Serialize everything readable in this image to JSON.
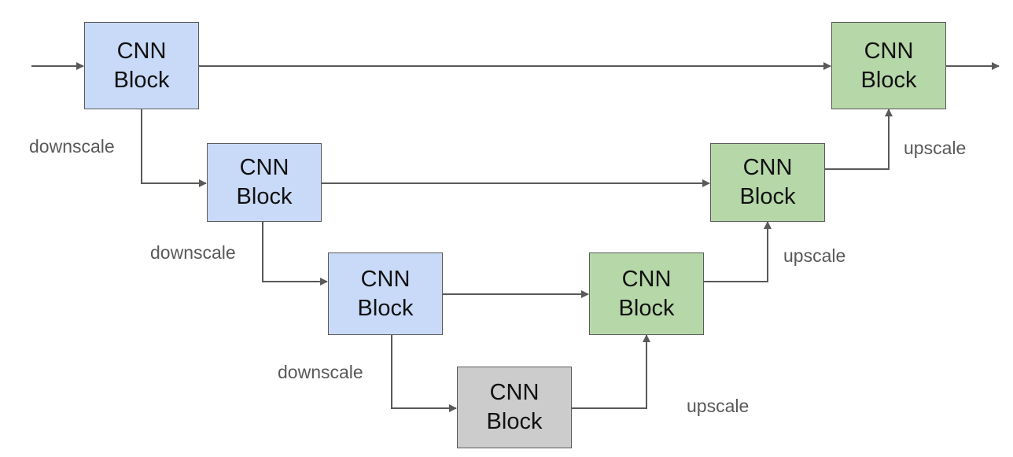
{
  "colors": {
    "encoder_fill": "#c9daf8",
    "decoder_fill": "#b6d7a8",
    "bottleneck_fill": "#cccccc",
    "border": "#5a5a5a",
    "arrow": "#595959",
    "label_text": "#595959"
  },
  "blocks": {
    "enc1": {
      "line1": "CNN",
      "line2": "Block"
    },
    "enc2": {
      "line1": "CNN",
      "line2": "Block"
    },
    "enc3": {
      "line1": "CNN",
      "line2": "Block"
    },
    "bottleneck": {
      "line1": "CNN",
      "line2": "Block"
    },
    "dec3": {
      "line1": "CNN",
      "line2": "Block"
    },
    "dec2": {
      "line1": "CNN",
      "line2": "Block"
    },
    "dec1": {
      "line1": "CNN",
      "line2": "Block"
    }
  },
  "labels": {
    "downscale_1": "downscale",
    "downscale_2": "downscale",
    "downscale_3": "downscale",
    "upscale_1": "upscale",
    "upscale_2": "upscale",
    "upscale_3": "upscale"
  }
}
